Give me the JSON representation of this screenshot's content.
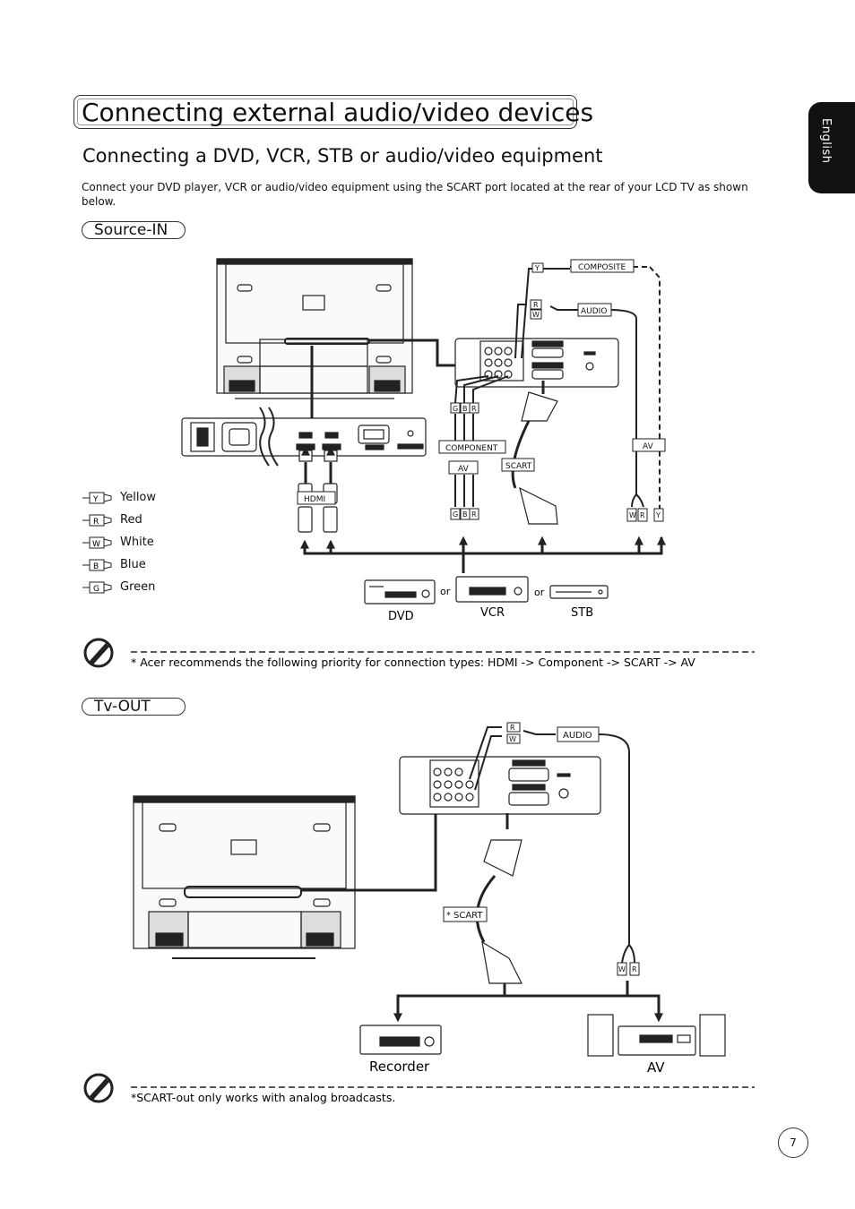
{
  "header": {
    "title": "Connecting external audio/video devices",
    "subtitle": "Connecting a DVD, VCR, STB or audio/video equipment",
    "intro": "Connect your DVD player, VCR or audio/video equipment using the SCART port located at the rear of your LCD TV as shown below.",
    "language_tab": "English"
  },
  "source_in": {
    "heading": "Source-IN",
    "labels": {
      "composite": "COMPOSITE",
      "audio": "AUDIO",
      "component": "COMPONENT",
      "av": "AV",
      "scart": "SCART",
      "hdmi": "HDMI",
      "or1": "or",
      "or2": "or"
    },
    "plugs": {
      "y": "Y",
      "r": "R",
      "w": "W",
      "g": "G",
      "b": "B"
    },
    "devices": {
      "dvd": "DVD",
      "vcr": "VCR",
      "stb": "STB"
    },
    "legend": [
      {
        "letter": "Y",
        "name": "Yellow"
      },
      {
        "letter": "R",
        "name": "Red"
      },
      {
        "letter": "W",
        "name": "White"
      },
      {
        "letter": "B",
        "name": "Blue"
      },
      {
        "letter": "G",
        "name": "Green"
      }
    ],
    "note": "*   Acer recommends the following priority for connection types: HDMI -> Component -> SCART ->  AV"
  },
  "tv_out": {
    "heading": "Tv-OUT",
    "labels": {
      "audio": "AUDIO",
      "scart": "SCART"
    },
    "plugs": {
      "r": "R",
      "w": "W"
    },
    "devices": {
      "recorder": "Recorder",
      "av": "AV"
    },
    "note": "*SCART-out only works with analog broadcasts."
  },
  "footer": {
    "page_number": "7"
  }
}
